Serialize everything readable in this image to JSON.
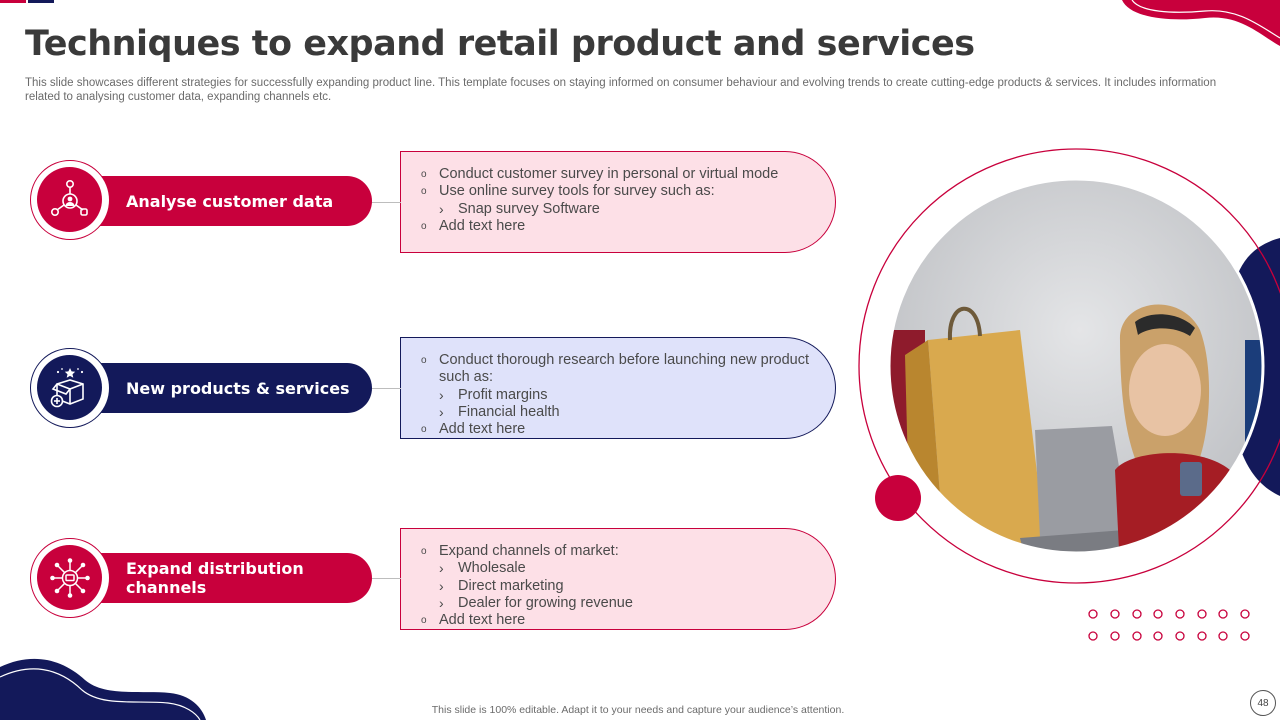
{
  "slide": {
    "title": "Techniques to expand retail product and services",
    "subtitle": "This slide showcases different strategies for successfully expanding product line. This template focuses on staying informed on consumer behaviour and evolving trends to create cutting-edge products & services. It includes information related to analysing customer data, expanding channels etc.",
    "footer": "This slide is 100% editable.  Adapt it to your needs and capture your audience’s attention.",
    "page_number": "48"
  },
  "colors": {
    "primary": "#c8003c",
    "secondary": "#13195a",
    "pink_fill": "#fde0e7",
    "blue_fill": "#dfe2fa"
  },
  "rows": [
    {
      "label": "Analyse customer data",
      "icon": "network-user-icon",
      "items": [
        {
          "text": "Conduct customer survey in personal or virtual mode",
          "sub": []
        },
        {
          "text": "Use online survey tools for survey such as:",
          "sub": [
            "Snap survey Software"
          ]
        },
        {
          "text": "Add text here",
          "sub": []
        }
      ]
    },
    {
      "label": "New products & services",
      "icon": "new-product-box-icon",
      "items": [
        {
          "text": "Conduct thorough research before launching new product such as:",
          "sub": [
            "Profit margins",
            "Financial health"
          ]
        },
        {
          "text": "Add text here",
          "sub": []
        }
      ]
    },
    {
      "label": "Expand distribution channels",
      "icon": "distribution-network-icon",
      "items": [
        {
          "text": "Expand channels of market:",
          "sub": [
            "Wholesale",
            "Direct marketing",
            "Dealer for growing revenue"
          ]
        },
        {
          "text": "Add text here",
          "sub": []
        }
      ]
    }
  ],
  "bullet_glyph": "o",
  "sub_bullet_glyph": "›"
}
